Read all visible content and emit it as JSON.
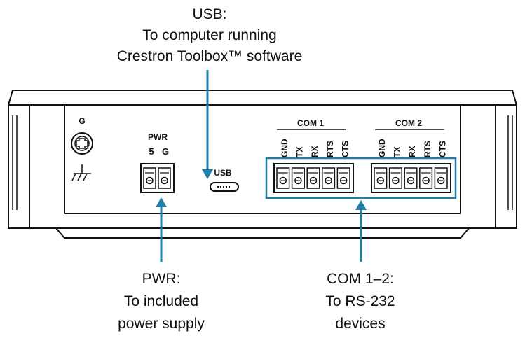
{
  "callouts": {
    "usb": [
      "USB:",
      "To computer running",
      "Crestron Toolbox™ software"
    ],
    "pwr": [
      "PWR:",
      "To included",
      "power supply"
    ],
    "com": [
      "COM 1–2:",
      "To RS-232",
      "devices"
    ]
  },
  "panel": {
    "ground_label": "G",
    "pwr_title": "PWR",
    "pwr_pins": [
      "5",
      "G"
    ],
    "usb_label": "USB",
    "com1_title": "COM 1",
    "com2_title": "COM 2",
    "com_pins": [
      "GND",
      "TX",
      "RX",
      "RTS",
      "CTS"
    ]
  },
  "colors": {
    "arrow": "#1f7fa8",
    "highlight_box": "#1f7fa8",
    "device_outline": "#111111"
  }
}
